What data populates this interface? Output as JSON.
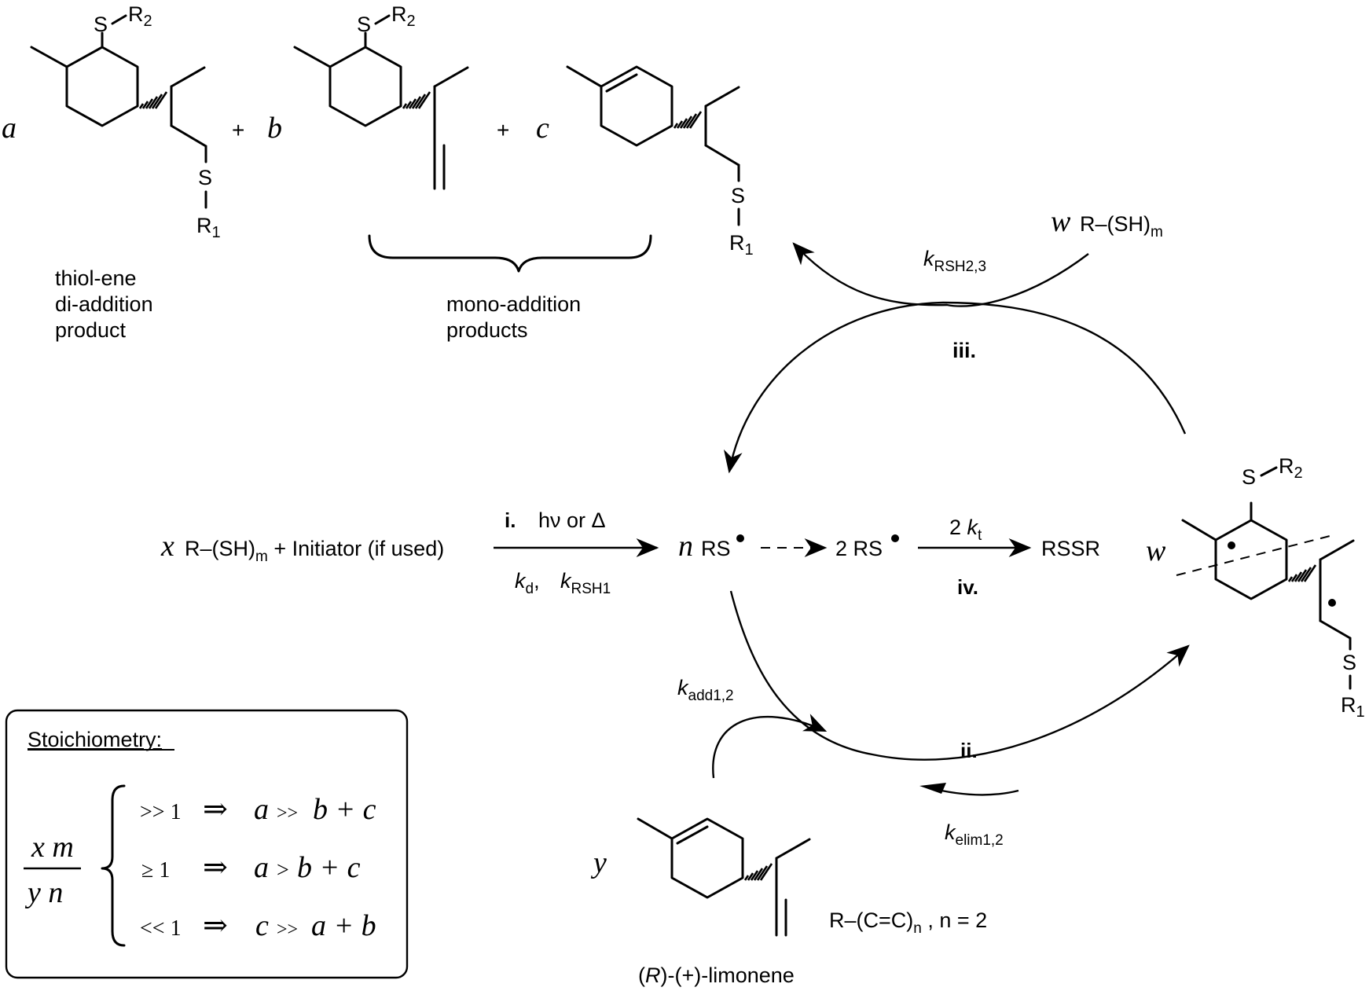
{
  "coefficients": {
    "a": "a",
    "b": "b",
    "c": "c",
    "w_top": "w",
    "w_mid": "w",
    "x": "x",
    "n": "n",
    "y": "y",
    "plus": "+"
  },
  "atoms": {
    "S": "S",
    "R": "R",
    "sub1": "1",
    "sub2": "2",
    "subm": "m",
    "subn": "n"
  },
  "labels": {
    "diaddition": [
      "thiol-ene",
      "di-addition",
      "product"
    ],
    "monoaddition": [
      "mono-addition",
      "products"
    ],
    "limonene_prefix": "(",
    "limonene_R": "R",
    "limonene_suffix": ")-(+)-limonene",
    "polyene": "R–(C=C)",
    "polyene_tail": " , n = 2"
  },
  "reaction": {
    "thiol_text": "R–(SH)",
    "initiator": "Initiator (if used)",
    "step_i": "i.",
    "conditions_hv": "hν or Δ",
    "kd_k": "k",
    "kd_sub": "d",
    "comma": ",",
    "k_rsh1_k": "k",
    "k_rsh1_sub": "RSH1",
    "rs_radical": "RS",
    "two_rs": "2 RS",
    "two_kt_pre": "2 ",
    "two_kt_k": "k",
    "two_kt_sub": "t",
    "rssr": "RSSR",
    "step_iv": "iv.",
    "step_iii": "iii.",
    "step_ii": "ii.",
    "k_rsh23_k": "k",
    "k_rsh23_sub": "RSH2,3",
    "k_add_k": "k",
    "k_add_sub": "add1,2",
    "k_elim_k": "k",
    "k_elim_sub": "elim1,2"
  },
  "stoichiometry": {
    "title": "Stoichiometry:",
    "ratio_num": "x m",
    "ratio_den": "y n",
    "rows": [
      {
        "cond": ">> 1",
        "implies": "⇒",
        "res_a": "a",
        "res_op": ">>",
        "res_rest": "b + c"
      },
      {
        "cond": "≥ 1",
        "implies": "⇒",
        "res_a": "a",
        "res_op": ">",
        "res_rest": "b + c"
      },
      {
        "cond": "<< 1",
        "implies": "⇒",
        "res_a": "c",
        "res_op": ">>",
        "res_rest": "a + b"
      }
    ]
  }
}
